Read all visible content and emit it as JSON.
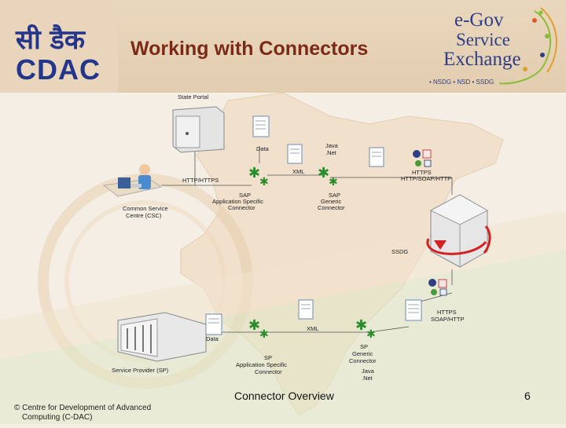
{
  "header": {
    "logo_hindi": "सी डैक",
    "logo_latin": "CDAC",
    "title": "Working with Connectors",
    "egov_line1": "e-Gov",
    "egov_line2": "Service",
    "egov_line3": "Exchange",
    "egov_tag": "• NSDG • NSD • SSDG"
  },
  "diagram": {
    "state_portal": "State Portal",
    "data_top": "Data",
    "java_net_top_1": "Java",
    "java_net_top_2": ".Net",
    "xml_top": "XML",
    "http_left": "HTTP/HTTPS",
    "https_top": "HTTPS",
    "https_top_2": "HTTP/SOAP/HTTP",
    "sap_specific_1": "SAP",
    "sap_specific_2": "Application Specific",
    "sap_specific_3": "Connector",
    "sap_generic_1": "SAP",
    "sap_generic_2": "Generic",
    "sap_generic_3": "Connector",
    "csc_1": "Common Service",
    "csc_2": "Centre (CSC)",
    "ssdg": "SSDG",
    "https_bottom": "HTTPS",
    "https_bottom_2": "SOAP/HTTP",
    "data_bottom": "Data",
    "xml_bottom": "XML",
    "sp_specific_1": "SP",
    "sp_specific_2": "Application Specific",
    "sp_specific_3": "Connector",
    "sp_generic_1": "SP",
    "sp_generic_2": "Generic",
    "sp_generic_3": "Connector",
    "java_net_bottom_1": "Java",
    "java_net_bottom_2": ".Net",
    "service_provider": "Service Provider (SP)"
  },
  "footer": {
    "caption": "Connector Overview",
    "page_number": "6",
    "copyright_1": "© Centre for Development of Advanced",
    "copyright_2": "Computing (C-DAC)"
  },
  "colors": {
    "title": "#7a2a16",
    "logo_blue": "#24358c",
    "connector_green": "#2d8a2d",
    "arrow_red": "#d42020"
  }
}
